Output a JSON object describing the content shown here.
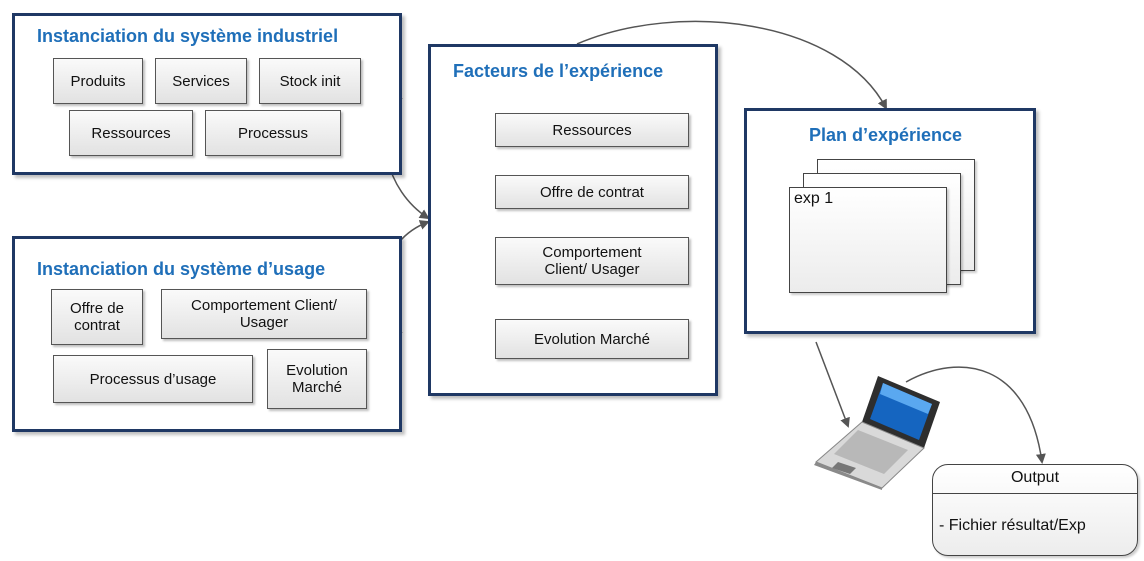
{
  "industrial": {
    "title": "Instanciation du système industriel",
    "items": [
      "Produits",
      "Services",
      "Stock init",
      "Ressources",
      "Processus"
    ]
  },
  "usage": {
    "title": "Instanciation du système d’usage",
    "items": [
      "Offre de\ncontrat",
      "Comportement Client/\nUsager",
      "Processus d’usage",
      "Evolution\nMarché"
    ]
  },
  "factors": {
    "title": "Facteurs de l’expérience",
    "items": [
      "Ressources",
      "Offre de contrat",
      "Comportement\nClient/ Usager",
      "Evolution Marché"
    ]
  },
  "plan": {
    "title": "Plan d’expérience",
    "sheet_label": "exp 1"
  },
  "output": {
    "title": "Output",
    "content": "- Fichier résultat/Exp"
  },
  "colors": {
    "panel_border": "#1f3864",
    "title_text": "#1f6fb9"
  },
  "icons": [
    "laptop-icon"
  ]
}
